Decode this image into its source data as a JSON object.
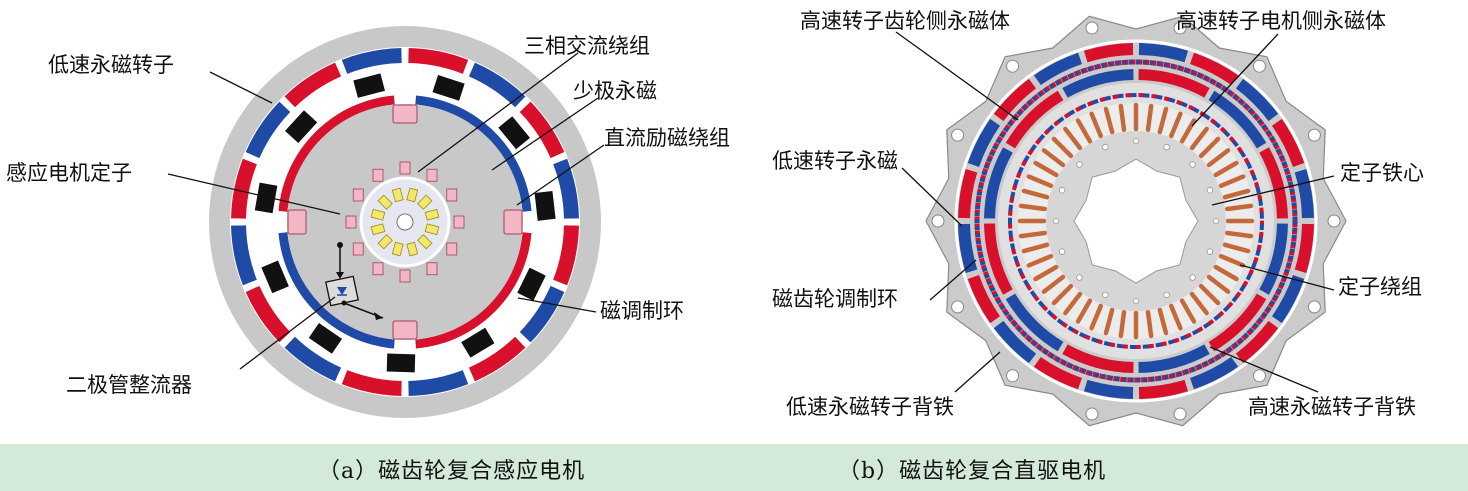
{
  "panel_a": {
    "labels": {
      "low_speed_pm_rotor": "低速永磁转子",
      "three_phase_ac_winding": "三相交流绕组",
      "few_pole_pm": "少极永磁",
      "dc_excitation_winding": "直流励磁绕组",
      "induction_motor_stator": "感应电机定子",
      "magnetic_modulation_ring": "磁调制环",
      "diode_rectifier": "二极管整流器"
    },
    "caption": "（a）磁齿轮复合感应电机"
  },
  "panel_b": {
    "labels": {
      "hs_rotor_gear_side_pm": "高速转子齿轮侧永磁体",
      "hs_rotor_motor_side_pm": "高速转子电机侧永磁体",
      "low_speed_rotor_pm": "低速转子永磁",
      "stator_core": "定子铁心",
      "magnetic_gear_modulation_ring": "磁齿轮调制环",
      "stator_winding": "定子绕组",
      "low_speed_pm_rotor_back_iron": "低速永磁转子背铁",
      "high_speed_pm_rotor_back_iron": "高速永磁转子背铁"
    },
    "caption": "（b）磁齿轮复合直驱电机"
  },
  "colors": {
    "housing_gray": "#c8c8c8",
    "pm_red": "#d8102c",
    "pm_blue": "#1f4aa6",
    "pole_pink": "#f2b6c4",
    "winding_yellow": "#f2e86a",
    "coil_copper": "#c46a3a",
    "caption_bg": "#d4ead9"
  }
}
